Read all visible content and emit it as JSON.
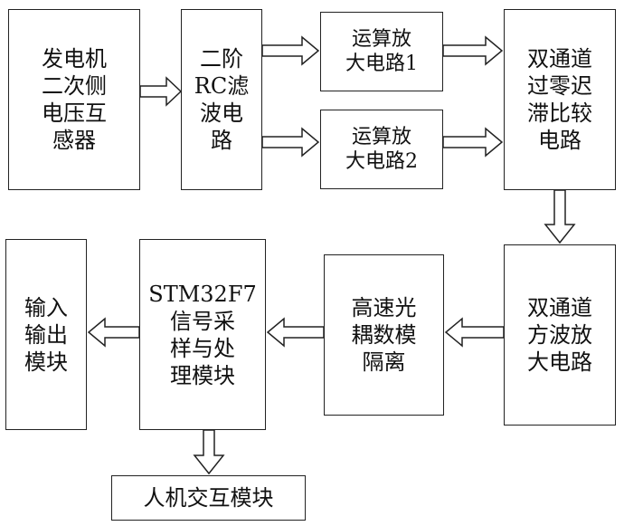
{
  "blocks": {
    "generator_pt": "发电机\n二次侧\n电压互\n感器",
    "rc_filter": "二阶\nRC滤\n波电\n路",
    "opamp1": "运算放\n大电路1",
    "opamp2": "运算放\n大电路2",
    "hysteresis": "双通道\n过零迟\n滞比较\n电路",
    "square_amp": "双通道\n方波放\n大电路",
    "optocoupler": "高速光\n耦数模\n隔离",
    "stm32": "STM32F7\n信号采\n样与处\n理模块",
    "io": "输入\n输出\n模块",
    "hmi": "人机交互模块"
  }
}
